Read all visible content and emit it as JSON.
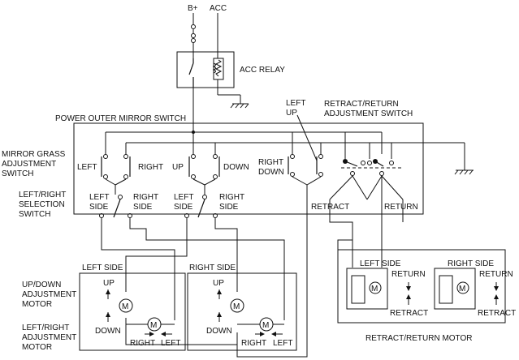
{
  "supply": {
    "bplus": "B+",
    "acc": "ACC"
  },
  "relay": {
    "label": "ACC RELAY"
  },
  "switch_box": {
    "title": "POWER OUTER MIRROR SWITCH"
  },
  "mirror_glass": {
    "line1": "MIRROR GRASS",
    "line2": "ADJUSTMENT",
    "line3": "SWITCH"
  },
  "selection": {
    "line1": "LEFT/RIGHT",
    "line2": "SELECTION",
    "line3": "SWITCH"
  },
  "contacts": {
    "left": "LEFT",
    "right": "RIGHT",
    "up": "UP",
    "down": "DOWN",
    "right_down_1": "RIGHT",
    "right_down_2": "DOWN",
    "left_up_1": "LEFT",
    "left_up_2": "UP"
  },
  "selection_contacts": {
    "a_left_1": "LEFT",
    "a_left_2": "SIDE",
    "a_right_1": "RIGHT",
    "a_right_2": "SIDE",
    "b_left_1": "LEFT",
    "b_left_2": "SIDE",
    "b_right_1": "RIGHT",
    "b_right_2": "SIDE"
  },
  "retract_switch": {
    "line1": "RETRACT/RETURN",
    "line2": "ADJUSTMENT SWITCH",
    "retract": "RETRACT",
    "return": "RETURN"
  },
  "motors_left": {
    "title": "LEFT SIDE",
    "up": "UP",
    "down": "DOWN",
    "right": "RIGHT",
    "left": "LEFT"
  },
  "motors_right": {
    "title": "RIGHT SIDE",
    "up": "UP",
    "down": "DOWN",
    "right": "RIGHT",
    "left": "LEFT"
  },
  "updown_motor": {
    "line1": "UP/DOWN",
    "line2": "ADJUSTMENT",
    "line3": "MOTOR"
  },
  "lr_motor": {
    "line1": "LEFT/RIGHT",
    "line2": "ADJUSTMENT",
    "line3": "MOTOR"
  },
  "retract_motor": {
    "title": "RETRACT/RETURN MOTOR",
    "left_side": "LEFT SIDE",
    "right_side": "RIGHT SIDE",
    "return_l": "RETURN",
    "retract_l": "RETRACT",
    "return_r": "RETURN",
    "retract_r": "RETRACT"
  },
  "motor_symbol": "M"
}
